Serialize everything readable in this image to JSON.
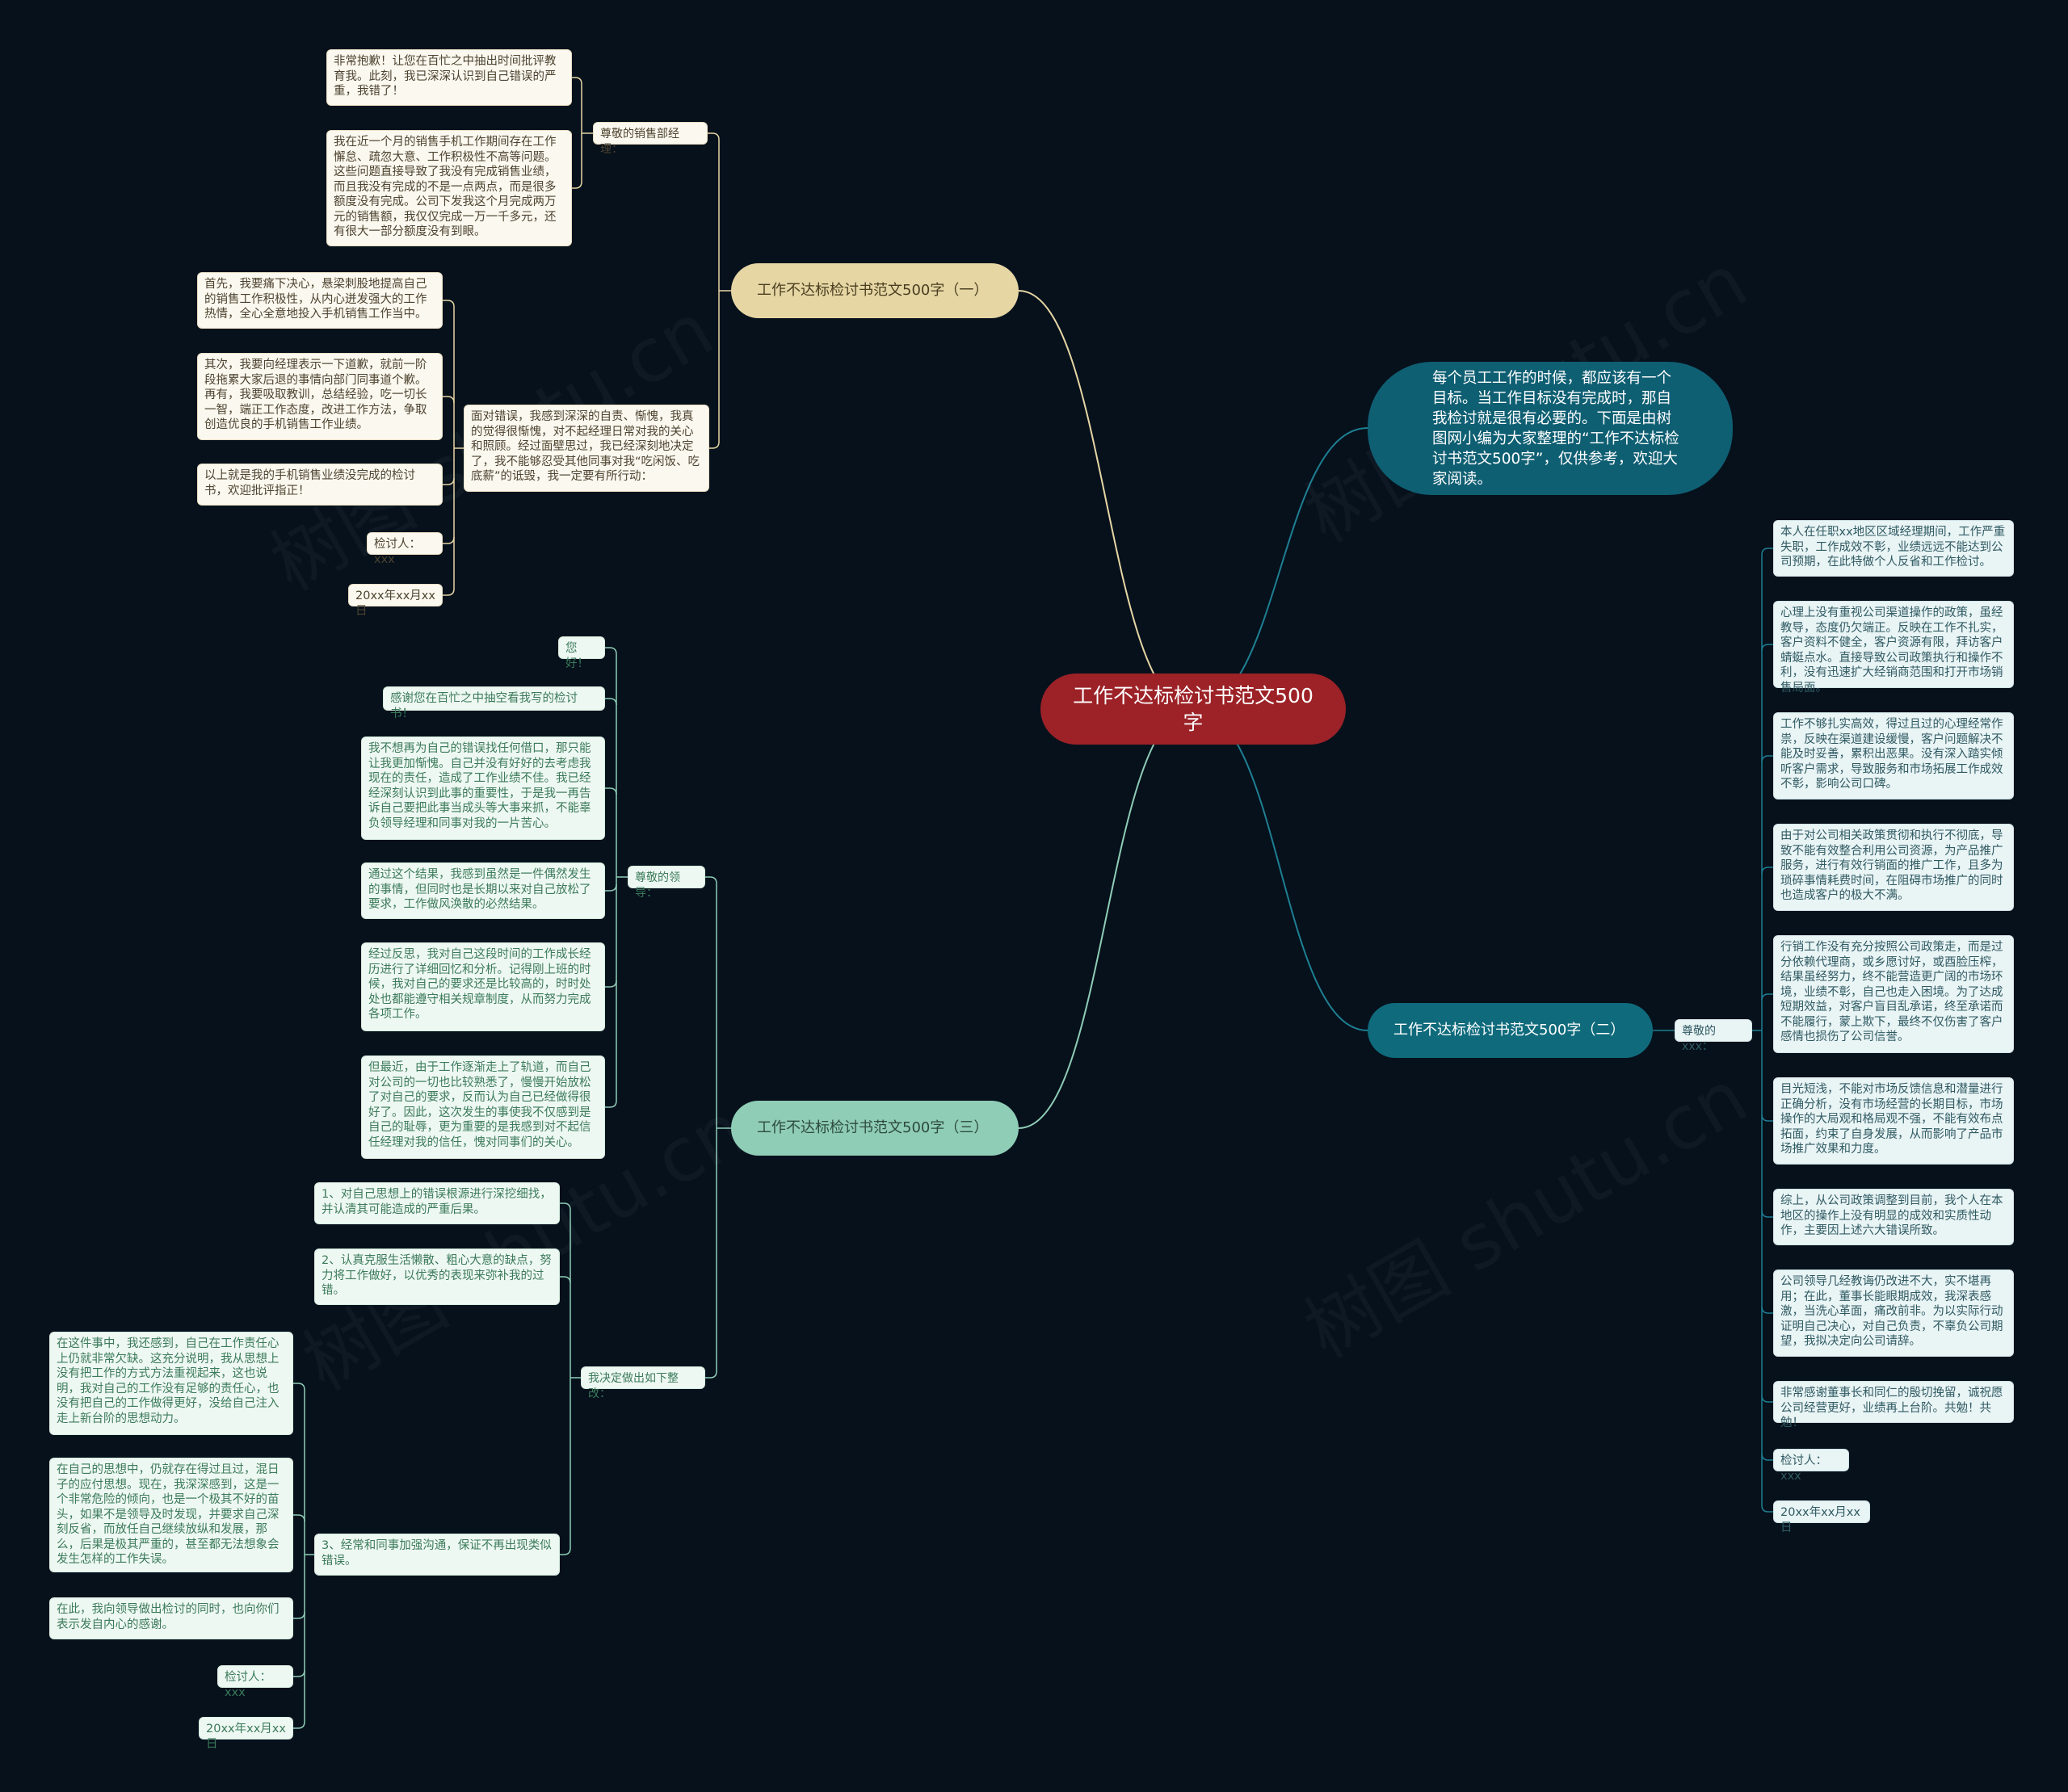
{
  "colors": {
    "background": "#06111c",
    "root": "#9c2227",
    "intro": "#0f5f73",
    "branch_1": "#e6d6a4",
    "branch_2": "#0f6b7c",
    "branch_3": "#8fcdb6"
  },
  "watermark": "树图 shutu.cn",
  "root": {
    "title": "工作不达标检讨书范文500字"
  },
  "intro": {
    "text": "每个员工工作的时候，都应该有一个目标。当工作目标没有完成时，那自我检讨就是很有必要的。下面是由树图网小编为大家整理的“工作不达标检讨书范文500字”，仅供参考，欢迎大家阅读。"
  },
  "branch1": {
    "title": "工作不达标检讨书范文500字（一）",
    "label": "尊敬的销售部经理：",
    "items": [
      "非常抱歉！让您在百忙之中抽出时间批评教育我。此刻，我已深深认识到自己错误的严重，我错了！",
      "我在近一个月的销售手机工作期间存在工作懈怠、疏忽大意、工作积极性不高等问题。这些问题直接导致了我没有完成销售业绩，而且我没有完成的不是一点两点，而是很多额度没有完成。公司下发我这个月完成两万元的销售额，我仅仅完成一万一千多元，还有很大一部分额度没有到眼。",
      "面对错误，我感到深深的自责、惭愧，我真的觉得很惭愧，对不起经理日常对我的关心和照顾。经过面壁思过，我已经深刻地决定了，我不能够忍受其他同事对我“吃闲饭、吃底薪”的诋毁，我一定要有所行动："
    ],
    "sub": [
      "首先，我要痛下决心，悬梁刺股地提高自己的销售工作积极性，从内心迸发强大的工作热情，全心全意地投入手机销售工作当中。",
      "其次，我要向经理表示一下道歉，就前一阶段拖累大家后退的事情向部门同事道个歉。再有，我要吸取教训，总结经验，吃一切长一智，端正工作态度，改进工作方法，争取创造优良的手机销售工作业绩。",
      "以上就是我的手机销售业绩没完成的检讨书，欢迎批评指正！",
      "检讨人：xxx",
      "20xx年xx月xx日"
    ]
  },
  "branch2": {
    "title": "工作不达标检讨书范文500字（二）",
    "label": "尊敬的xxx：",
    "items": [
      "本人在任职xx地区区域经理期间，工作严重失职，工作成效不彰，业绩远远不能达到公司预期，在此特做个人反省和工作检讨。",
      "心理上没有重视公司渠道操作的政策，虽经教导，态度仍欠端正。反映在工作不扎实，客户资料不健全，客户资源有限，拜访客户蜻蜓点水。直接导致公司政策执行和操作不利，没有迅速扩大经销商范围和打开市场销售局面。",
      "工作不够扎实高效，得过且过的心理经常作祟，反映在渠道建设缓慢，客户问题解决不能及时妥善，累积出恶果。没有深入踏实倾听客户需求，导致服务和市场拓展工作成效不彰，影响公司口碑。",
      "由于对公司相关政策贯彻和执行不彻底，导致不能有效整合利用公司资源，为产品推广服务，进行有效行销面的推广工作，且多为琐碎事情耗费时间，在阻碍市场推广的同时也造成客户的极大不满。",
      "行销工作没有充分按照公司政策走，而是过分依赖代理商，或乡愿讨好，或酉脸压榨，结果虽经努力，终不能营造更广阔的市场环境，业绩不彰，自己也走入困境。为了达成短期效益，对客户盲目乱承诺，终至承诺而不能履行，蒙上欺下，最终不仅伤害了客户感情也损伤了公司信誉。",
      "目光短浅，不能对市场反馈信息和潜量进行正确分析，没有市场经营的长期目标，市场操作的大局观和格局观不强，不能有效布点拓面，约束了自身发展，从而影响了产品市场推广效果和力度。",
      "综上，从公司政策调整到目前，我个人在本地区的操作上没有明显的成效和实质性动作，主要因上述六大错误所致。",
      "公司领导几经教诲仍改进不大，实不堪再用；在此，董事长能眼期成效，我深表感激，当洗心革面，痛改前非。为以实际行动证明自己决心，对自己负责，不辜负公司期望，我拟决定向公司请辞。",
      "非常感谢董事长和同仁的殷切挽留，诚祝愿公司经营更好，业绩再上台阶。共勉！共勉！",
      "检讨人：xxx",
      "20xx年xx月xx日"
    ]
  },
  "branch3": {
    "title": "工作不达标检讨书范文500字（三）",
    "label_a": "尊敬的领导：",
    "items_a": [
      "您好！",
      "感谢您在百忙之中抽空看我写的检讨书！",
      "我不想再为自己的错误找任何借口，那只能让我更加惭愧。自己并没有好好的去考虑我现在的责任，造成了工作业绩不佳。我已经经深刻认识到此事的重要性，于是我一再告诉自己要把此事当成头等大事来抓，不能辜负领导经理和同事对我的一片苦心。",
      "通过这个结果，我感到虽然是一件偶然发生的事情，但同时也是长期以来对自己放松了要求，工作做风涣散的必然结果。",
      "经过反思，我对自己这段时间的工作成长经历进行了详细回忆和分析。记得刚上班的时候，我对自己的要求还是比较高的，时时处处也都能遵守相关规章制度，从而努力完成各项工作。",
      "但最近，由于工作逐渐走上了轨道，而自己对公司的一切也比较熟悉了，慢慢开始放松了对自己的要求，反而认为自己已经做得很好了。因此，这次发生的事使我不仅感到是自己的耻辱，更为重要的是我感到对不起信任经理对我的信任，愧对同事们的关心。"
    ],
    "label_b": "我决定做出如下整改：",
    "items_b": [
      "1、对自己思想上的错误根源进行深挖细找，并认清其可能造成的严重后果。",
      "2、认真克服生活懒散、粗心大意的缺点，努力将工作做好，以优秀的表现来弥补我的过错。",
      "3、经常和同事加强沟通，保证不再出现类似错误。"
    ],
    "sub_b": [
      "在这件事中，我还感到，自己在工作责任心上仍就非常欠缺。这充分说明，我从思想上没有把工作的方式方法重视起来，这也说明，我对自己的工作没有足够的责任心，也没有把自己的工作做得更好，没给自己注入走上新台阶的思想动力。",
      "在自己的思想中，仍就存在得过且过，混日子的应付思想。现在，我深深感到，这是一个非常危险的倾向，也是一个极其不好的苗头，如果不是领导及时发现，并要求自己深刻反省，而放任自己继续放纵和发展，那么，后果是极其严重的，甚至都无法想象会发生怎样的工作失误。",
      "在此，我向领导做出检讨的同时，也向你们表示发自内心的感谢。",
      "检讨人：xxx",
      "20xx年xx月xx日"
    ]
  }
}
